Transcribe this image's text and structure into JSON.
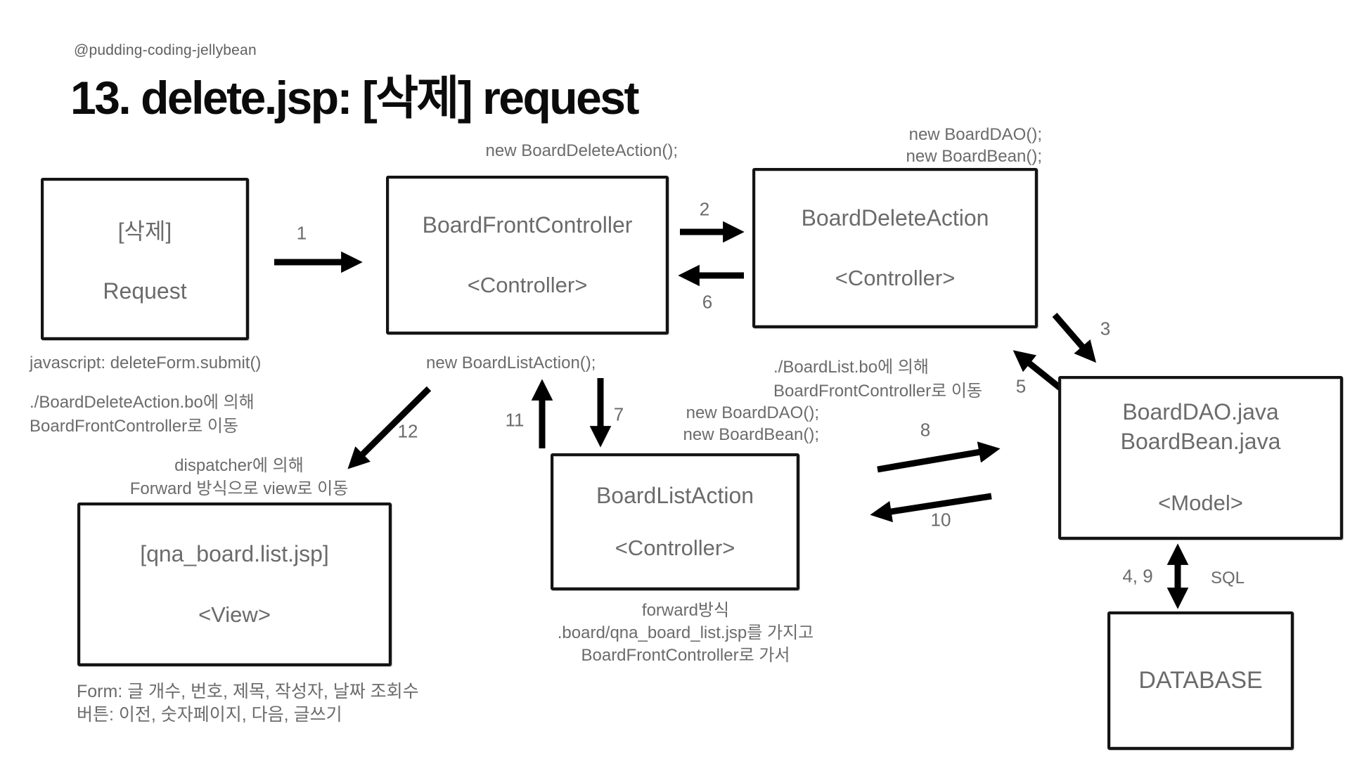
{
  "header": {
    "handle": "@pudding-coding-jellybean",
    "title": "13. delete.jsp: [삭제] request"
  },
  "colors": {
    "accent_red": "#ee4023",
    "accent_blue": "#1515ee",
    "text_gray": "#6b6b6b",
    "arrow_black": "#000000",
    "background": "#ffffff"
  },
  "boxes": {
    "request": {
      "line1": "[삭제]",
      "line2": "Request"
    },
    "front_controller": {
      "title": "BoardFrontController",
      "stereotype": "<Controller>"
    },
    "delete_action": {
      "title": "BoardDeleteAction",
      "stereotype": "<Controller>"
    },
    "list_action": {
      "title": "BoardListAction",
      "stereotype": "<Controller>"
    },
    "model": {
      "line1": "BoardDAO.java",
      "line2": "BoardBean.java",
      "stereotype": "<Model>"
    },
    "view": {
      "title": "[qna_board.list.jsp]",
      "stereotype": "<View>"
    },
    "database": {
      "title": "DATABASE"
    }
  },
  "annotations": {
    "js_submit": "javascript: deleteForm.submit()",
    "delete_bo_line1": "./BoardDeleteAction.bo에 의해",
    "delete_bo_line2": "BoardFrontController로 이동",
    "new_delete_action": "new BoardDeleteAction();",
    "new_dao_top_line1": "new BoardDAO();",
    "new_dao_top_line2": "new BoardBean();",
    "list_bo_line1": "./BoardList.bo에 의해",
    "list_bo_line2": "BoardFrontController로 이동",
    "new_list_action": "new BoardListAction();",
    "new_dao_mid_line1": "new BoardDAO();",
    "new_dao_mid_line2": "new BoardBean();",
    "dispatcher_line1": "dispatcher에 의해",
    "dispatcher_line2": "Forward 방식으로 view로 이동",
    "forward_line1": "forward방식",
    "forward_line2": ".board/qna_board_list.jsp를 가지고",
    "forward_line3": "BoardFrontController로 가서",
    "form_note_line1": "Form: 글 개수, 번호, 제목, 작성자, 날짜 조회수",
    "form_note_line2": "버튼: 이전, 숫자페이지, 다음, 글쓰기",
    "sql": "SQL"
  },
  "steps": {
    "s1": "1",
    "s2": "2",
    "s3": "3",
    "s4_9": "4, 9",
    "s5": "5",
    "s6": "6",
    "s7": "7",
    "s8": "8",
    "s10": "10",
    "s11": "11",
    "s12": "12"
  }
}
